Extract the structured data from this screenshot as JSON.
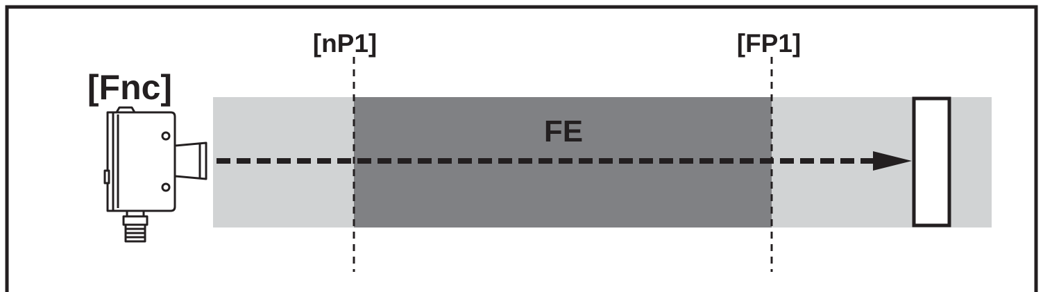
{
  "diagram": {
    "function_label": "[Fnc]",
    "near_point_label": "[nP1]",
    "far_point_label": "[FP1]",
    "zone_label": "FE",
    "colors": {
      "outline": "#231f20",
      "beam_band": "#d1d3d4",
      "zone_fill": "#808184",
      "background": "#ffffff"
    },
    "icons": {
      "sensor": "photoelectric-sensor-icon",
      "target": "reflector-target-icon",
      "beam": "dashed-arrow-beam"
    }
  }
}
